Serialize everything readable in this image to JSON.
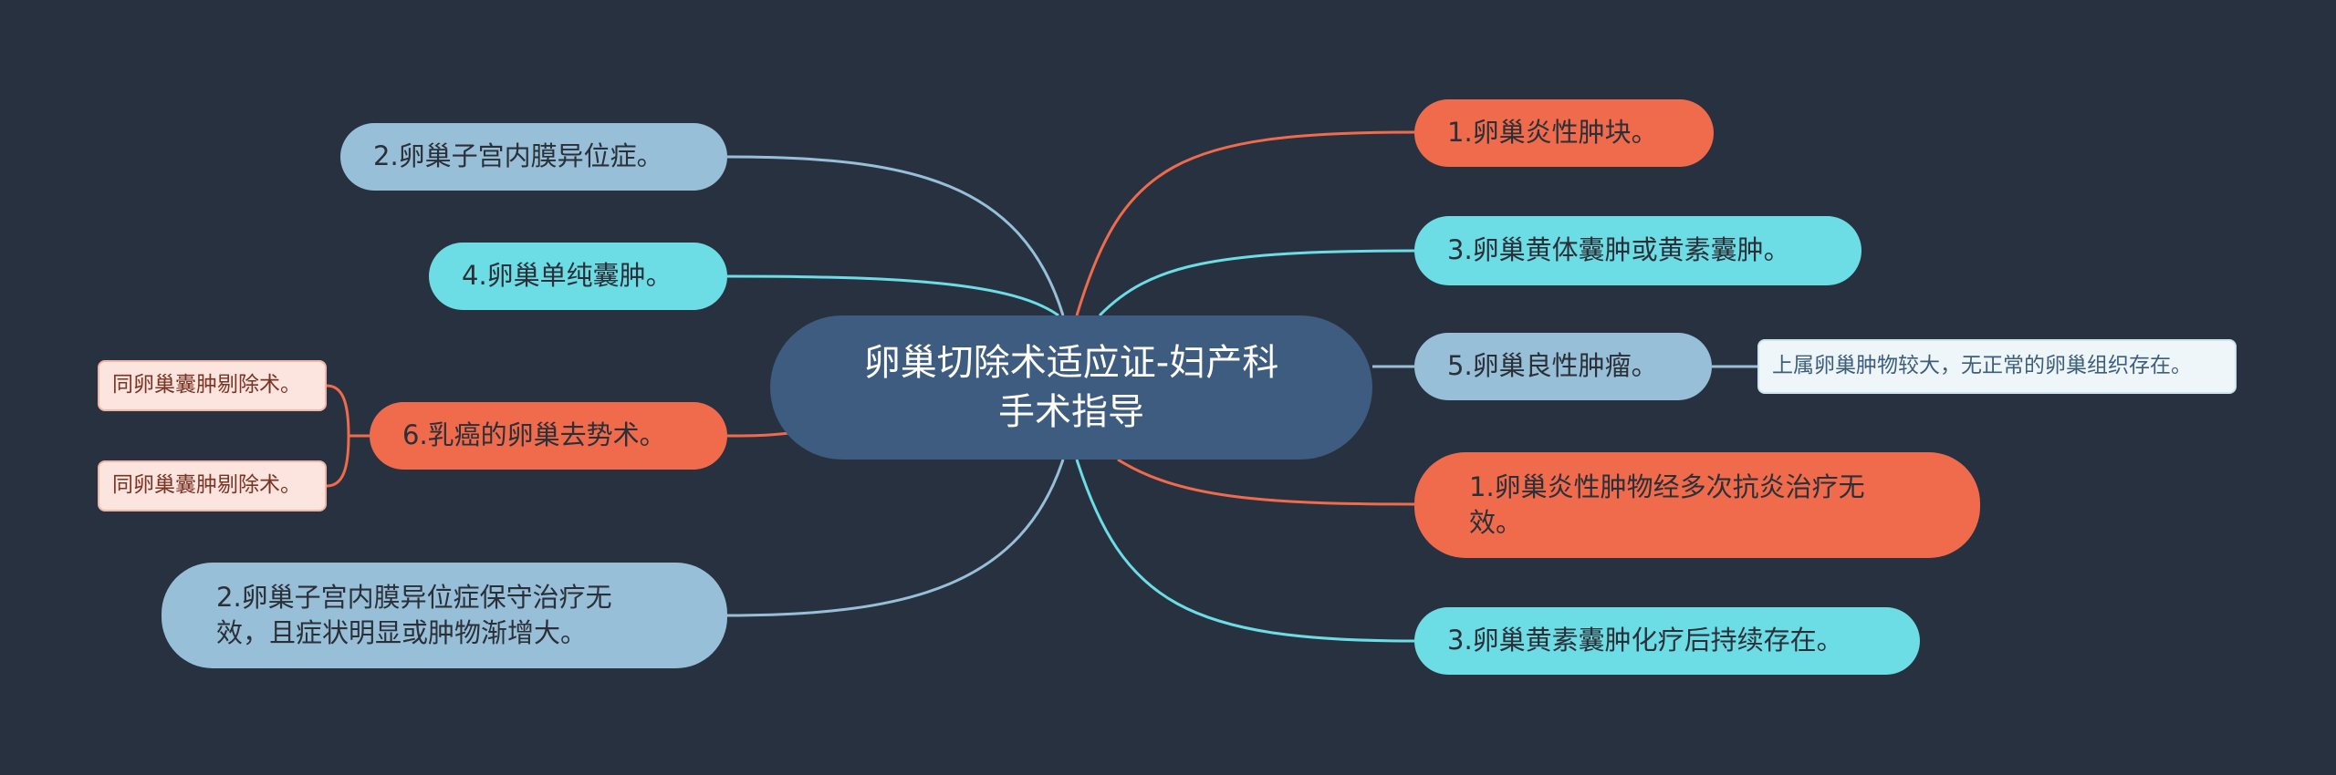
{
  "center": {
    "line1": "卵巢切除术适应证-妇产科",
    "line2": "手术指导"
  },
  "right": [
    {
      "id": "r1",
      "text": "1.卵巢炎性肿块。",
      "color": "#ef6b4c"
    },
    {
      "id": "r2",
      "text": "3.卵巢黄体囊肿或黄素囊肿。",
      "color": "#6cdde5"
    },
    {
      "id": "r3",
      "text": "5.卵巢良性肿瘤。",
      "color": "#97bfd8",
      "note": "上属卵巢肿物较大，无正常的卵巢组织存在。"
    },
    {
      "id": "r4",
      "line1": "1.卵巢炎性肿物经多次抗炎治疗无",
      "line2": "效。",
      "color": "#ef6b4c"
    },
    {
      "id": "r5",
      "text": "3.卵巢黄素囊肿化疗后持续存在。",
      "color": "#6cdde5"
    }
  ],
  "left": [
    {
      "id": "l1",
      "text": "2.卵巢子宫内膜异位症。",
      "color": "#97bfd8"
    },
    {
      "id": "l2",
      "text": "4.卵巢单纯囊肿。",
      "color": "#6cdde5"
    },
    {
      "id": "l3",
      "text": "6.乳癌的卵巢去势术。",
      "color": "#ef6b4c",
      "notes": [
        "同卵巢囊肿剔除术。",
        "同卵巢囊肿剔除术。"
      ]
    },
    {
      "id": "l4",
      "line1": "2.卵巢子宫内膜异位症保守治疗无",
      "line2": "效，且症状明显或肿物渐增大。",
      "color": "#97bfd8"
    }
  ]
}
